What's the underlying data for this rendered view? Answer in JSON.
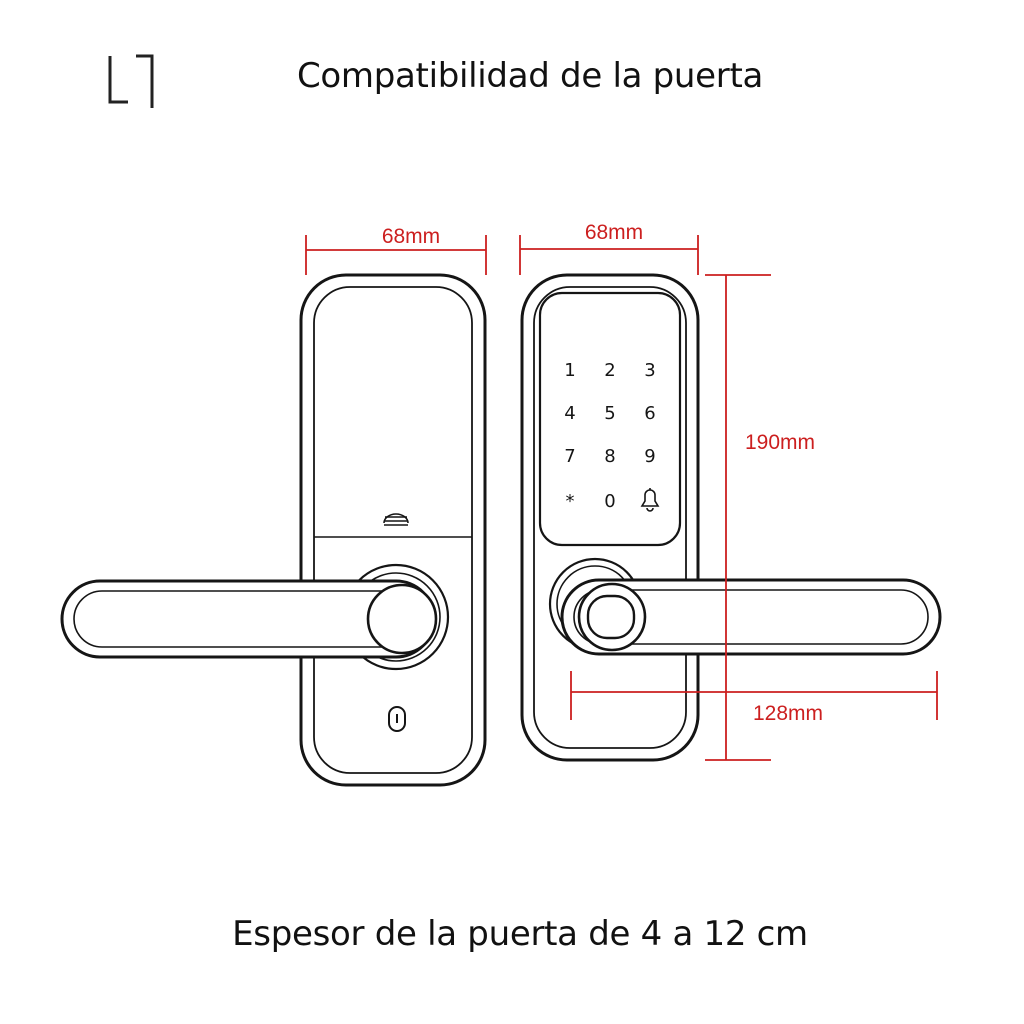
{
  "header": {
    "title": "Compatibilidad de la puerta"
  },
  "brand": {
    "logo_icon": "corner-bracket-logo-icon"
  },
  "diagram": {
    "dimensions": {
      "left_width": "68mm",
      "right_width": "68mm",
      "height": "190mm",
      "handle_length": "128mm"
    },
    "keypad": [
      "1",
      "2",
      "3",
      "4",
      "5",
      "6",
      "7",
      "8",
      "9",
      "*",
      "0"
    ],
    "icons": [
      "bell-icon",
      "fingerprint-icon",
      "keyhole-icon",
      "vent-icon"
    ],
    "colors": {
      "dimension": "#cc1f1f",
      "outline": "#151515"
    }
  },
  "footer": {
    "caption": "Espesor de la puerta de 4 a 12 cm"
  }
}
